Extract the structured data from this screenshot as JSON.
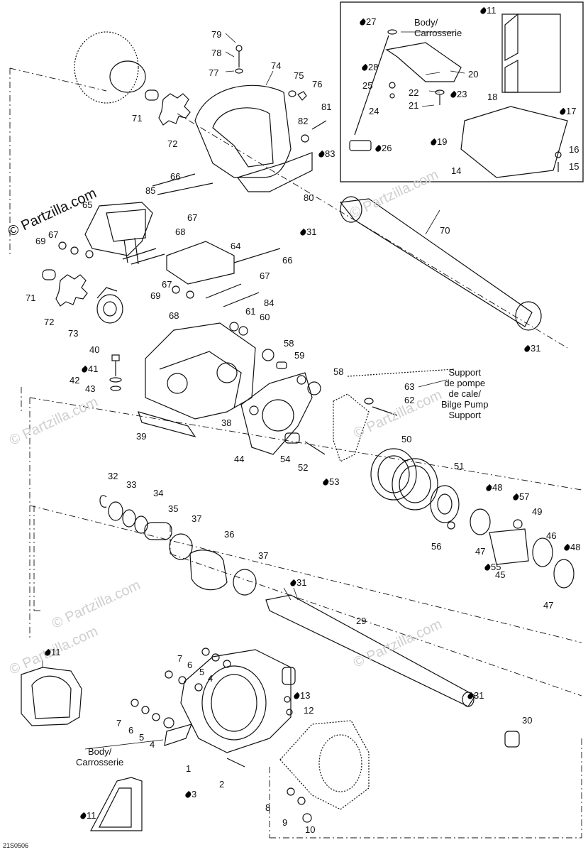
{
  "watermark": {
    "main": "© Partzilla.com",
    "faint": "© Partzilla.com"
  },
  "diagram_code": "21S0506",
  "notes": {
    "body_top": [
      "Body/",
      "Carrosserie"
    ],
    "body_bottom": [
      "Body/",
      "Carrosserie"
    ],
    "bilge_support": [
      "Support",
      "de pompe",
      "de cale/",
      "Bilge Pump",
      "Support"
    ]
  },
  "callouts": [
    {
      "id": "79",
      "drop": false
    },
    {
      "id": "78",
      "drop": false
    },
    {
      "id": "77",
      "drop": false
    },
    {
      "id": "74",
      "drop": false
    },
    {
      "id": "75",
      "drop": false
    },
    {
      "id": "76",
      "drop": false
    },
    {
      "id": "71",
      "drop": false
    },
    {
      "id": "72",
      "drop": false
    },
    {
      "id": "82",
      "drop": false
    },
    {
      "id": "81",
      "drop": false
    },
    {
      "id": "83",
      "drop": true
    },
    {
      "id": "66",
      "drop": false
    },
    {
      "id": "85",
      "drop": false
    },
    {
      "id": "65",
      "drop": false
    },
    {
      "id": "67",
      "drop": false
    },
    {
      "id": "68",
      "drop": false
    },
    {
      "id": "80",
      "drop": false
    },
    {
      "id": "69",
      "drop": false
    },
    {
      "id": "64",
      "drop": false
    },
    {
      "id": "31",
      "drop": true
    },
    {
      "id": "70",
      "drop": false
    },
    {
      "id": "27",
      "drop": true
    },
    {
      "id": "28",
      "drop": true
    },
    {
      "id": "25",
      "drop": false
    },
    {
      "id": "24",
      "drop": false
    },
    {
      "id": "20",
      "drop": false
    },
    {
      "id": "22",
      "drop": false
    },
    {
      "id": "23",
      "drop": true
    },
    {
      "id": "21",
      "drop": false
    },
    {
      "id": "11",
      "drop": true
    },
    {
      "id": "18",
      "drop": false
    },
    {
      "id": "17",
      "drop": true
    },
    {
      "id": "19",
      "drop": true
    },
    {
      "id": "16",
      "drop": false
    },
    {
      "id": "14",
      "drop": false
    },
    {
      "id": "15",
      "drop": false
    },
    {
      "id": "26",
      "drop": true
    },
    {
      "id": "84",
      "drop": false
    },
    {
      "id": "61",
      "drop": false
    },
    {
      "id": "60",
      "drop": false
    },
    {
      "id": "73",
      "drop": false
    },
    {
      "id": "40",
      "drop": false
    },
    {
      "id": "41",
      "drop": true
    },
    {
      "id": "42",
      "drop": false
    },
    {
      "id": "43",
      "drop": false
    },
    {
      "id": "58",
      "drop": false
    },
    {
      "id": "59",
      "drop": false
    },
    {
      "id": "63",
      "drop": false
    },
    {
      "id": "62",
      "drop": false
    },
    {
      "id": "39",
      "drop": false
    },
    {
      "id": "38",
      "drop": false
    },
    {
      "id": "44",
      "drop": false
    },
    {
      "id": "54",
      "drop": false
    },
    {
      "id": "52",
      "drop": false
    },
    {
      "id": "53",
      "drop": true
    },
    {
      "id": "50",
      "drop": false
    },
    {
      "id": "51",
      "drop": false
    },
    {
      "id": "32",
      "drop": false
    },
    {
      "id": "33",
      "drop": false
    },
    {
      "id": "34",
      "drop": false
    },
    {
      "id": "35",
      "drop": false
    },
    {
      "id": "37",
      "drop": false
    },
    {
      "id": "36",
      "drop": false
    },
    {
      "id": "48",
      "drop": true
    },
    {
      "id": "57",
      "drop": true
    },
    {
      "id": "49",
      "drop": false
    },
    {
      "id": "56",
      "drop": false
    },
    {
      "id": "47",
      "drop": false
    },
    {
      "id": "46",
      "drop": false
    },
    {
      "id": "55",
      "drop": true
    },
    {
      "id": "45",
      "drop": false
    },
    {
      "id": "29",
      "drop": false
    },
    {
      "id": "7",
      "drop": false
    },
    {
      "id": "6",
      "drop": false
    },
    {
      "id": "5",
      "drop": false
    },
    {
      "id": "4",
      "drop": false
    },
    {
      "id": "13",
      "drop": true
    },
    {
      "id": "12",
      "drop": false
    },
    {
      "id": "1",
      "drop": false
    },
    {
      "id": "3",
      "drop": true
    },
    {
      "id": "2",
      "drop": false
    },
    {
      "id": "30",
      "drop": false
    },
    {
      "id": "8",
      "drop": false
    },
    {
      "id": "9",
      "drop": false
    },
    {
      "id": "10",
      "drop": false
    }
  ]
}
